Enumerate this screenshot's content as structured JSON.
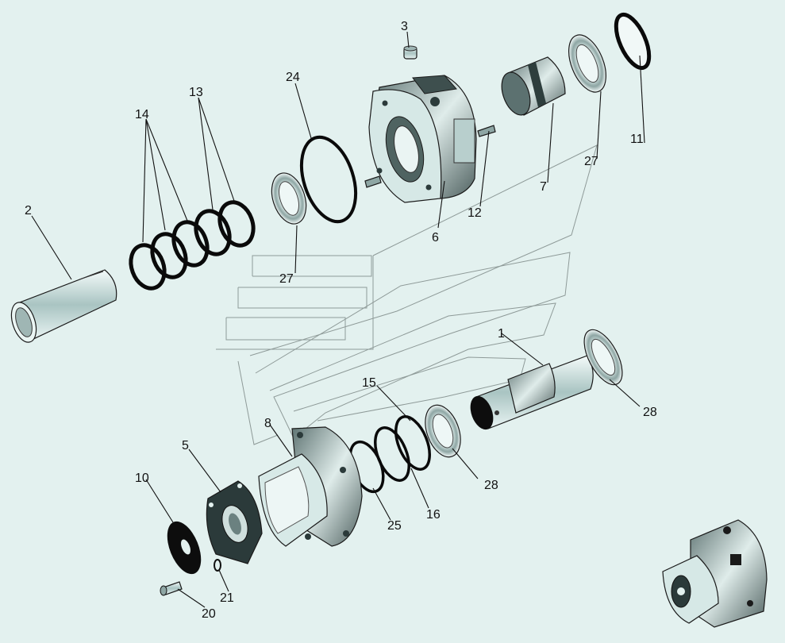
{
  "callouts": {
    "c1": "1",
    "c2": "2",
    "c3": "3",
    "c5": "5",
    "c6": "6",
    "c7": "7",
    "c8": "8",
    "c10": "10",
    "c11": "11",
    "c12": "12",
    "c13": "13",
    "c14": "14",
    "c15": "15",
    "c16": "16",
    "c20": "20",
    "c21": "21",
    "c24": "24",
    "c25": "25",
    "c27a": "27",
    "c27b": "27",
    "c28a": "28",
    "c28b": "28"
  },
  "colors": {
    "background": "#e3f1ef",
    "part_fill": "#cfe6e4",
    "part_dark": "#2b3a3a",
    "ring": "#0a0a0a"
  }
}
